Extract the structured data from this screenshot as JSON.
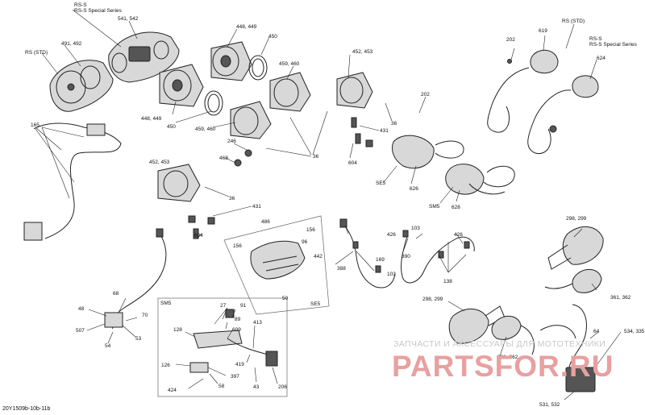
{
  "drawing_id": "20Y1509b-10b-11b",
  "watermark": {
    "text": "ЗАПЧАСТИ И АКСЕССУАРЫ ДЛЯ МОТОТЕХНИКИ",
    "logo": "PARTSFOR.RU"
  },
  "labels": {
    "rs_s_left": "RS-S\nRS-S Special Series",
    "rs_std_left": "RS (STD)",
    "p541": "541, 542",
    "p491": "491, 492",
    "p448a": "448, 449",
    "p450a": "450",
    "p448b": "448, 449",
    "p450b": "450",
    "p459a": "459, 460",
    "p459b": "459, 460",
    "p452a": "452, 453",
    "p452b": "452, 453",
    "p36a": "36",
    "p36b": "36",
    "p36c": "36",
    "p165": "165",
    "p246": "246",
    "p468": "468",
    "p431a": "431",
    "p431b": "431",
    "p604a": "604",
    "p604b": "604",
    "p202a": "202",
    "p202b": "202",
    "p619": "619",
    "rs_std_right": "RS (STD)",
    "rs_s_right": "RS-S\nRS-S Special Series",
    "p624": "624",
    "se5a": "SE5",
    "p626": "626",
    "sm5a": "SM5",
    "p628": "628",
    "p486": "486",
    "p156a": "156",
    "p156b": "156",
    "p96": "96",
    "p442": "442",
    "p50": "50",
    "se5b": "SE5",
    "p426a": "426",
    "p103a": "103",
    "p426b": "426",
    "p388": "388",
    "p169": "169",
    "p103b": "103",
    "p390": "390",
    "p138": "138",
    "p298a": "298, 299",
    "p298b": "298, 299",
    "p361a": "361, 362",
    "p361b": "361, 362",
    "p68": "68",
    "p48": "48",
    "p70": "70",
    "p507": "507",
    "p53": "53",
    "p54": "54",
    "sm5b": "SM5",
    "p27": "27",
    "p91": "91",
    "p89": "89",
    "p128": "128",
    "p609": "609",
    "p413": "413",
    "p126": "126",
    "p419": "419",
    "p397": "397",
    "p424": "424",
    "p58": "58",
    "p43": "43",
    "p206": "206",
    "p64": "64",
    "p534": "534, 335",
    "p531": "531, 532"
  }
}
